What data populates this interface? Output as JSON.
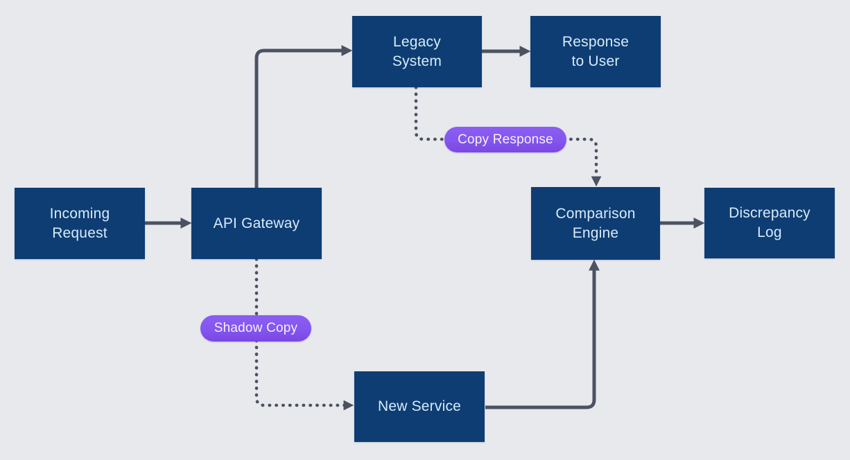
{
  "diagram_type": "flowchart",
  "colors": {
    "background": "#e8e9ed",
    "node_fill": "#0d3d72",
    "node_text": "#d7ebfa",
    "connector": "#4b5362",
    "pill_fill": "#8455ef",
    "pill_text": "#f6f1fd"
  },
  "nodes": {
    "incoming_request": {
      "lines": [
        "Incoming",
        "Request"
      ]
    },
    "api_gateway": {
      "lines": [
        "API Gateway"
      ]
    },
    "legacy_system": {
      "lines": [
        "Legacy",
        "System"
      ]
    },
    "response_to_user": {
      "lines": [
        "Response",
        "to User"
      ]
    },
    "comparison_engine": {
      "lines": [
        "Comparison",
        "Engine"
      ]
    },
    "discrepancy_log": {
      "lines": [
        "Discrepancy",
        "Log"
      ]
    },
    "new_service": {
      "lines": [
        "New Service"
      ]
    }
  },
  "edge_labels": {
    "copy_response": "Copy Response",
    "shadow_copy": "Shadow Copy"
  },
  "edges": [
    {
      "from": "incoming_request",
      "to": "api_gateway",
      "style": "solid"
    },
    {
      "from": "api_gateway",
      "to": "legacy_system",
      "style": "solid"
    },
    {
      "from": "legacy_system",
      "to": "response_to_user",
      "style": "solid"
    },
    {
      "from": "legacy_system",
      "to": "comparison_engine",
      "style": "dotted",
      "label": "Copy Response"
    },
    {
      "from": "api_gateway",
      "to": "new_service",
      "style": "dotted",
      "label": "Shadow Copy"
    },
    {
      "from": "new_service",
      "to": "comparison_engine",
      "style": "solid"
    },
    {
      "from": "comparison_engine",
      "to": "discrepancy_log",
      "style": "solid"
    }
  ]
}
